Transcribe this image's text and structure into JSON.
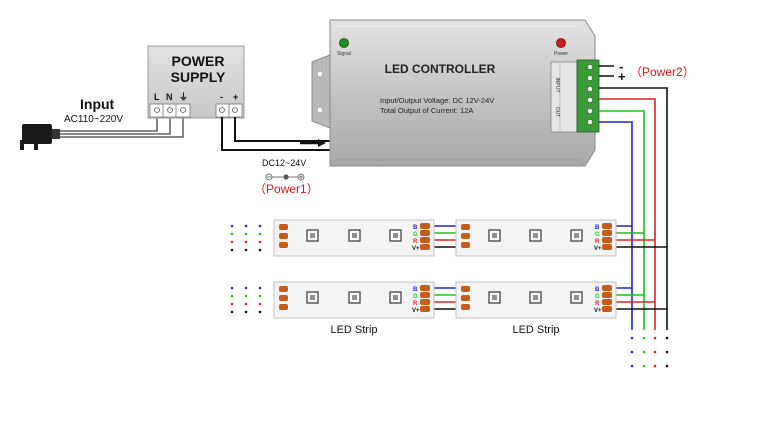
{
  "power_supply": {
    "title_line1": "POWER",
    "title_line2": "SUPPLY",
    "terminals": [
      "L",
      "N",
      "⏚",
      "-",
      "+"
    ]
  },
  "input": {
    "title": "Input",
    "voltage": "AC110~220V"
  },
  "controller": {
    "title": "LED CONTROLLER",
    "spec_line1": "Input/Output Voltage: DC 12V-24V",
    "spec_line2": "Total Output of Current: 12A",
    "signal_label": "Signal",
    "power_label": "Power",
    "output_label": "OUT",
    "input_label": "INPUT"
  },
  "power1": {
    "voltage": "DC12~24V",
    "label": "（Power1）"
  },
  "power2": {
    "label": "（Power2）",
    "minus": "-",
    "plus": "+"
  },
  "strips": {
    "label_left": "LED Strip",
    "label_right": "LED Strip",
    "pins": [
      "B",
      "G",
      "R",
      "V+"
    ]
  },
  "colors": {
    "blue": "#2323d6",
    "green": "#19c519",
    "red": "#e02020",
    "black": "#111111",
    "controller_body": "#c9c9c9",
    "strip_body": "#f4f4f4",
    "terminal_green": "#3a9a3a"
  }
}
